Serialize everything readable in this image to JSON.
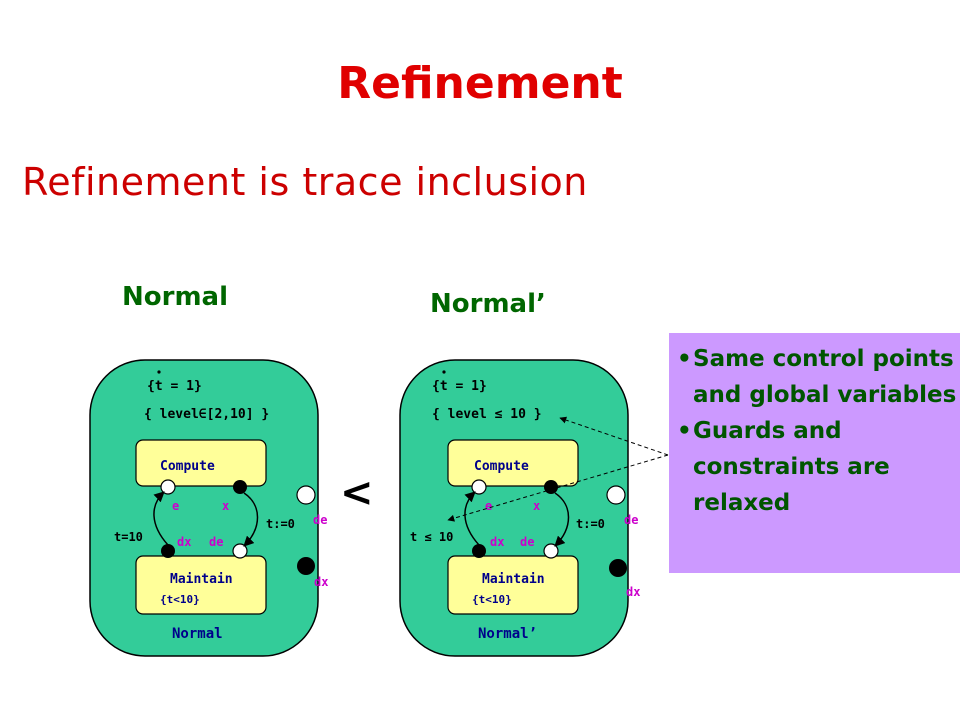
{
  "title": "Refinement",
  "subtitle": "Refinement is trace inclusion",
  "relation_symbol": "<",
  "left": {
    "label": "Normal",
    "flow": "{t = 1}",
    "invariant": "{ level∈[2,10] }",
    "compute": "Compute",
    "maintain": "Maintain",
    "maintain_inv": "{t<10}",
    "e": "e",
    "x": "x",
    "dx_inner": "dx",
    "de_inner": "de",
    "guard": "t=10",
    "reset": "t:=0",
    "de_port": "de",
    "dx_port": "dx",
    "mode_name": "Normal"
  },
  "right": {
    "label": "Normal’",
    "flow": "{t = 1}",
    "invariant": "{ level ≤ 10 }",
    "compute": "Compute",
    "maintain": "Maintain",
    "maintain_inv": "{t<10}",
    "e": "e",
    "x": "x",
    "dx_inner": "dx",
    "de_inner": "de",
    "guard": "t ≤ 10",
    "reset": "t:=0",
    "de_port": "de",
    "dx_port": "dx",
    "mode_name": "Normal’"
  },
  "callout": {
    "items": [
      "Same control points and global variables",
      "Guards and constraints are relaxed"
    ]
  },
  "colors": {
    "title": "#e00000",
    "mode_fill": "#33cc99",
    "state_fill": "#ffff99",
    "callout_bg": "#cc99ff",
    "label_green": "#006600",
    "pink_text": "#cc00cc"
  }
}
